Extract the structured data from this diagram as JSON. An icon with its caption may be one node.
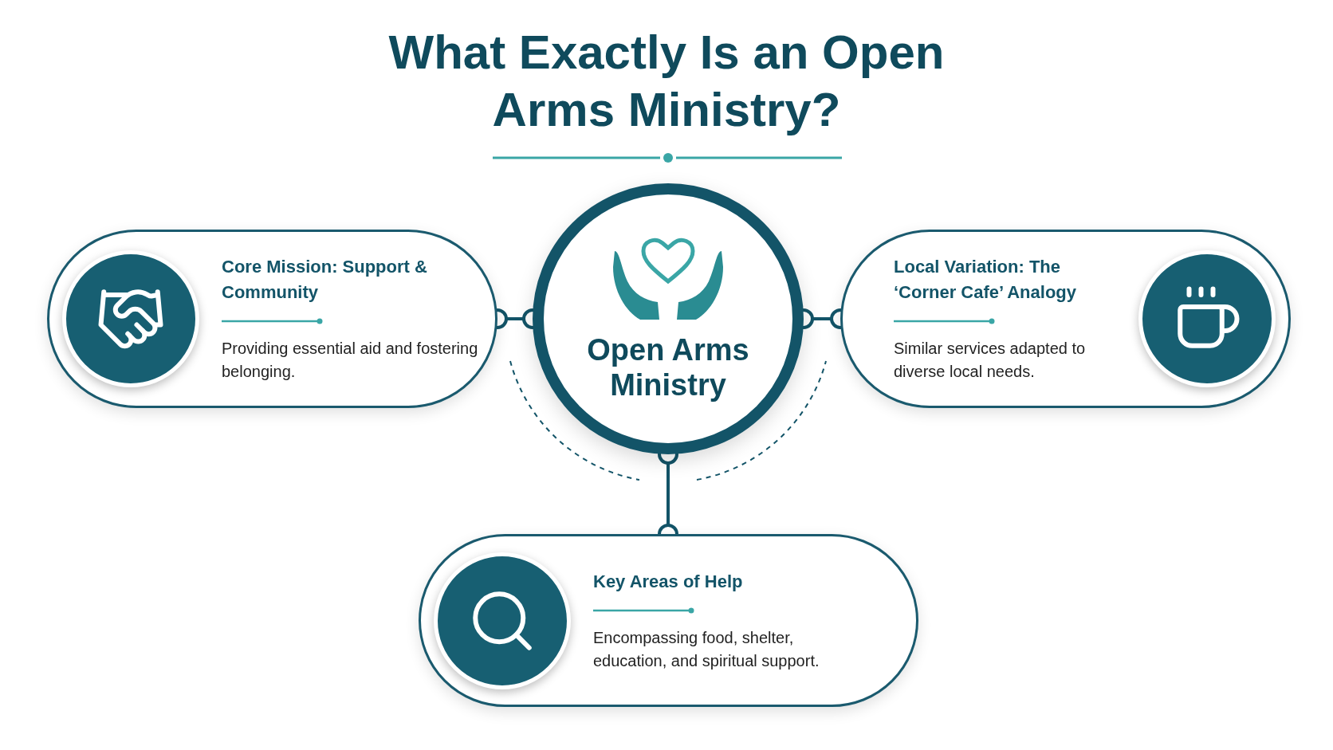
{
  "diagram": {
    "title": "What Exactly Is an Open Arms Ministry?",
    "nodes": [
      {
        "text": [
          "Open Arms Ministry"
        ]
      },
      {
        "text": [
          "Core Mission: Support & Community",
          "Providing essential aid and fostering belonging."
        ]
      },
      {
        "text": [
          "Local Variation: The ‘Corner Cafe’ Analogy",
          "Similar services adapted to diverse local needs."
        ]
      },
      {
        "text": [
          "Key Areas of Help",
          "Encompassing food, shelter, education, and spiritual support."
        ]
      }
    ],
    "edges": [
      {
        "from": 0,
        "to": 1,
        "arrow": "other"
      },
      {
        "from": 0,
        "to": 2,
        "arrow": "other"
      },
      {
        "from": 0,
        "to": 3,
        "arrow": "other"
      }
    ]
  }
}
